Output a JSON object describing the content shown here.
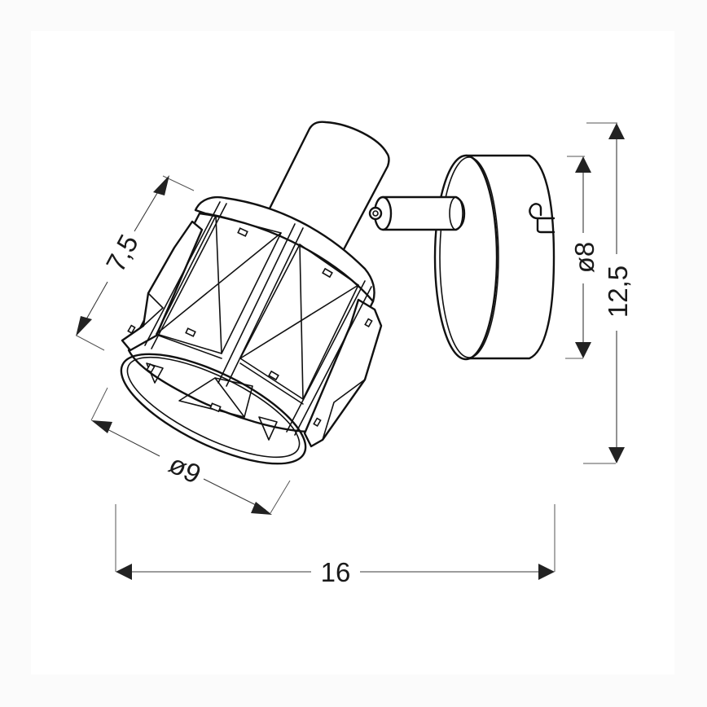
{
  "drawing": {
    "subject": "wall spotlight with faceted cage shade",
    "units": "cm",
    "line_color": "#111111",
    "background": "#ffffff"
  },
  "dimensions": {
    "shade_height": {
      "label": "7,5",
      "value": 7.5
    },
    "shade_diameter": {
      "label": "ø9",
      "value": 9
    },
    "base_diameter": {
      "label": "ø8",
      "value": 8
    },
    "total_height": {
      "label": "12,5",
      "value": 12.5
    },
    "total_depth": {
      "label": "16",
      "value": 16
    }
  }
}
